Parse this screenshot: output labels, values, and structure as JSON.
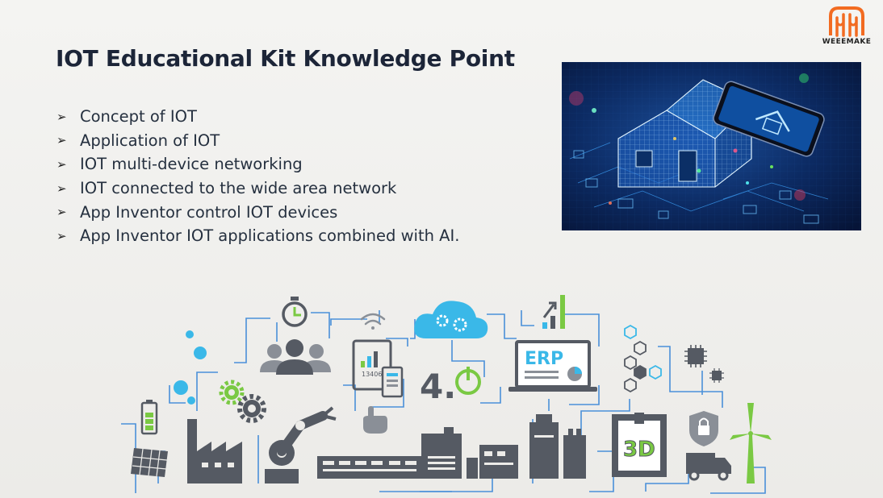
{
  "slide": {
    "title": "IOT Educational Kit Knowledge Point",
    "bullets": [
      "Concept of IOT",
      "Application of IOT",
      "IOT multi-device networking",
      "IOT connected to the wide area network",
      "App Inventor control IOT devices",
      "App Inventor IOT applications combined with AI."
    ],
    "bullet_glyph": "➢"
  },
  "logo": {
    "text": "WEEEMAKE",
    "color": "#f26b21"
  },
  "illustration": {
    "erp_text": "ERP",
    "threed_text": "3D",
    "industry_text": "4.",
    "chart_number": "13406",
    "colors": {
      "line": "#4a90d9",
      "icon": "#555a63",
      "accent": "#7ac943",
      "cyan": "#3ab8e8"
    }
  },
  "photo": {
    "subject": "smart-home-network-image"
  }
}
